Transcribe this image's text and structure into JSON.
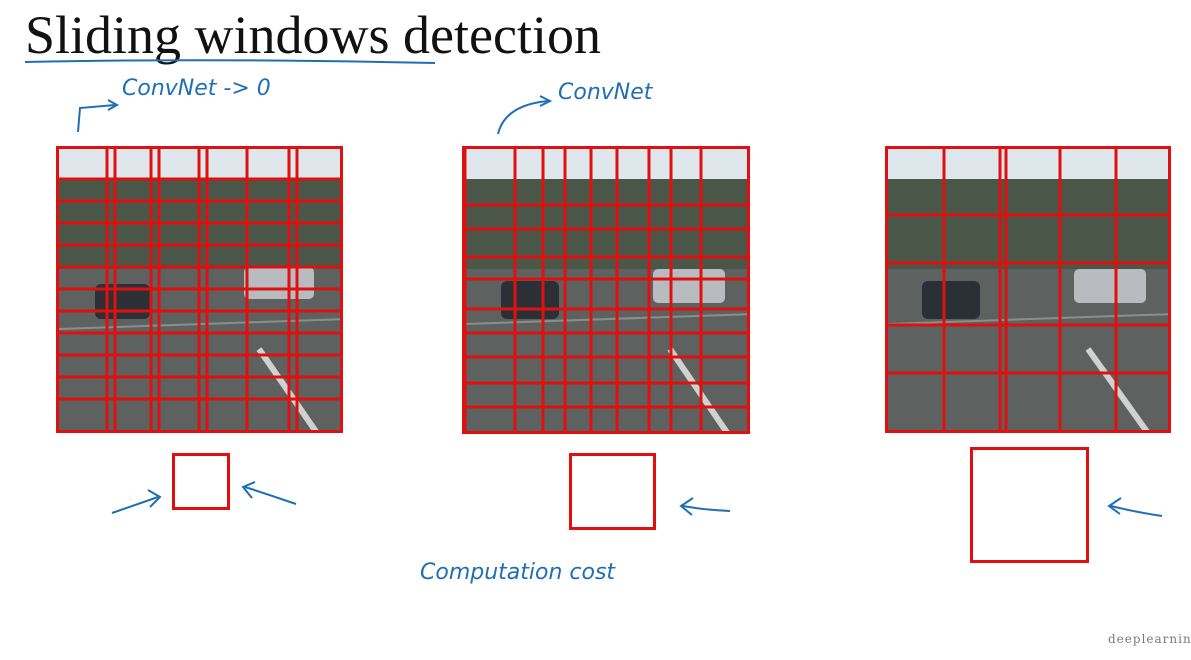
{
  "title": "Sliding windows detection",
  "annotations": {
    "convnet_arrow_left": "ConvNet -> 0",
    "convnet_arrow_middle": "ConvNet",
    "computation_cost": "Computation cost"
  },
  "colors": {
    "grid_red": "#e01010",
    "ink_blue": "#1f6fb6"
  },
  "panels": [
    {
      "name": "small-window-grid",
      "window_size": "small"
    },
    {
      "name": "medium-window-grid",
      "window_size": "medium"
    },
    {
      "name": "large-window-grid",
      "window_size": "large"
    }
  ],
  "logo": "deeplearning.ai"
}
